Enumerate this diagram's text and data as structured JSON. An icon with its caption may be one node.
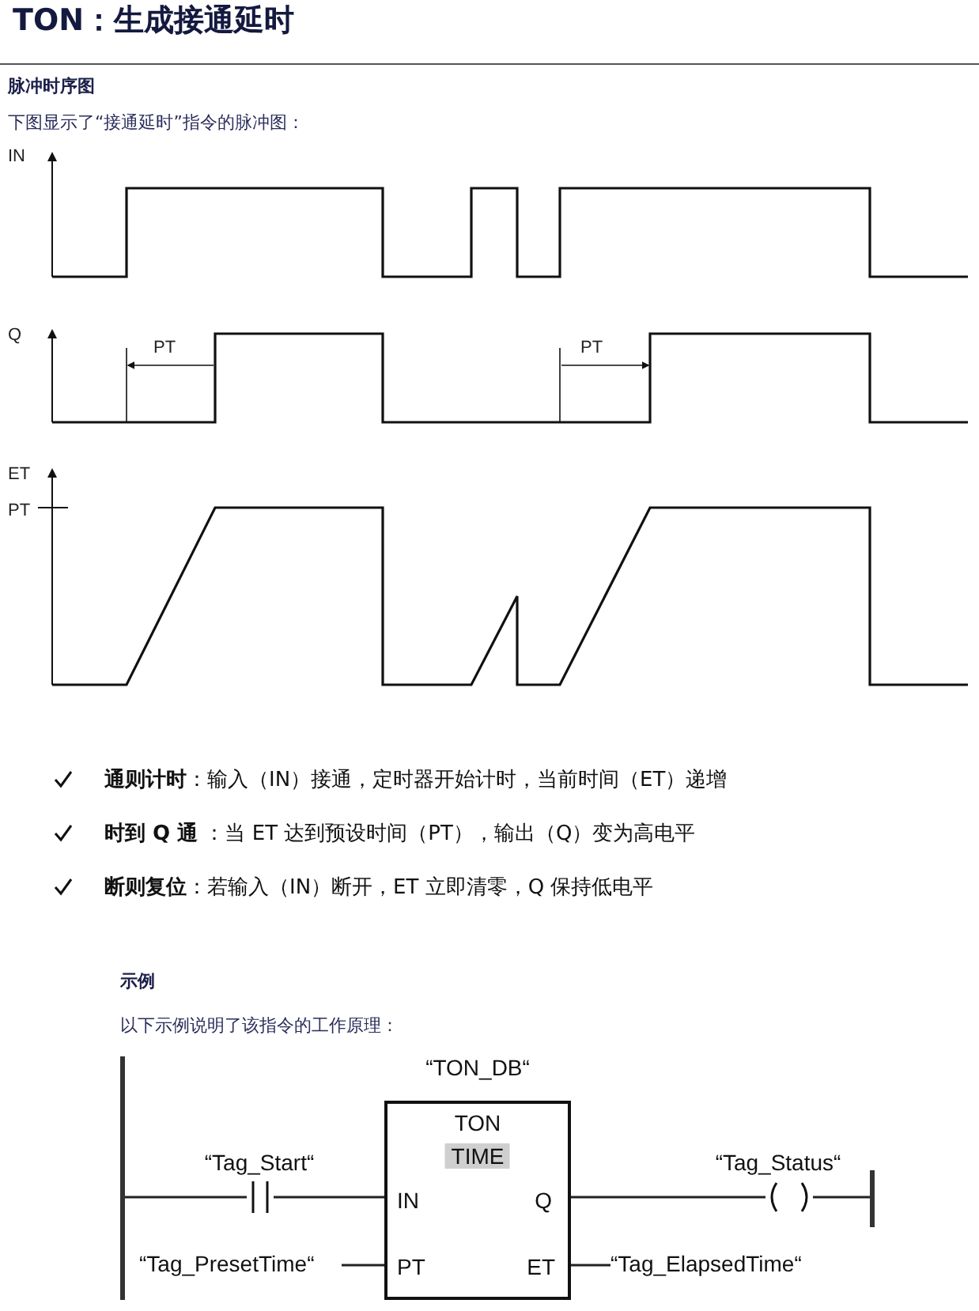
{
  "diagram": {
    "title": "TON：生成接通延时",
    "nodes": [
      {
        "text": [],
        "shape": "bar"
      },
      {
        "text": [],
        "shape": "box",
        "beside": [
          "“Tag_Start“"
        ]
      },
      {
        "text": [
          "TON",
          "TIME",
          "IN",
          "Q",
          "PT",
          "ET"
        ],
        "beside": [
          "“TON_DB“"
        ]
      },
      {
        "text": [],
        "shape": "circle",
        "beside": [
          "“Tag_Status“"
        ]
      },
      {
        "text": [],
        "shape": "bar"
      },
      {
        "text": [
          "“Tag_PresetTime“"
        ]
      },
      {
        "text": [
          "“Tag_ElapsedTime“"
        ]
      }
    ],
    "edges": [
      {
        "from": 0,
        "to": 1,
        "arrow": "none"
      },
      {
        "from": 1,
        "to": 2,
        "arrow": "none"
      },
      {
        "from": 2,
        "to": 3,
        "arrow": "none"
      },
      {
        "from": 3,
        "to": 4,
        "arrow": "none"
      },
      {
        "from": 5,
        "to": 2,
        "arrow": "none"
      },
      {
        "from": 2,
        "to": 6,
        "arrow": "none"
      }
    ],
    "labels": [
      "脉冲时序图",
      "下图显示了“接通延时”指令的脉冲图：",
      "IN",
      "Q",
      "PT",
      "PT",
      "ET",
      "PT",
      "**通则计时**：输入（IN）接通，定时器开始计时，当前时间（ET）递增",
      "**时到 Q 通** ：当 ET 达到预设时间（PT），输出（Q）变为高电平",
      "**断则复位**：若输入（IN）断开，ET 立即清零，Q 保持低电平",
      "示例",
      "以下示例说明了该指令的工作原理："
    ]
  }
}
